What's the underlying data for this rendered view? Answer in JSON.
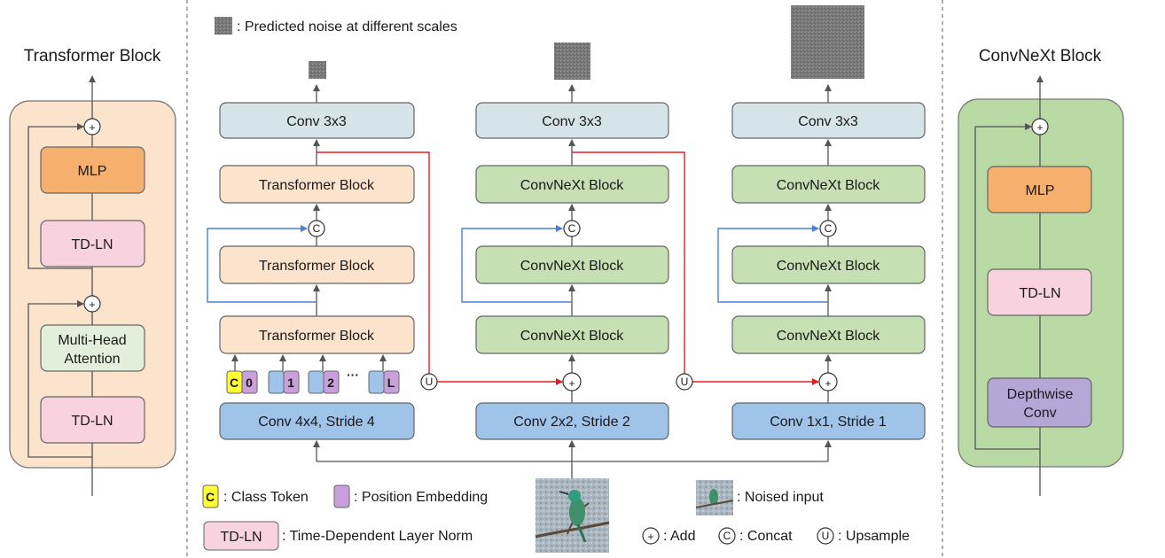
{
  "legend": {
    "noise_text": ": Predicted noise at different scales",
    "class_token_symbol": "C",
    "class_token_text": ": Class Token",
    "pos_emb_text": ": Position Embedding",
    "tdln_symbol": "TD-LN",
    "tdln_text": ": Time-Dependent Layer Norm",
    "noised_input_text": ": Noised input",
    "add_symbol": "+",
    "add_text": ": Add",
    "concat_symbol": "C",
    "concat_text": ": Concat",
    "upsample_symbol": "U",
    "upsample_text": ": Upsample"
  },
  "transformer_panel": {
    "title": "Transformer Block",
    "mlp": "MLP",
    "tdln_top": "TD-LN",
    "mha_line1": "Multi-Head",
    "mha_line2": "Attention",
    "tdln_bottom": "TD-LN"
  },
  "convnext_panel": {
    "title": "ConvNeXt Block",
    "mlp": "MLP",
    "tdln": "TD-LN",
    "dw_line1": "Depthwise",
    "dw_line2": "Conv"
  },
  "columns": [
    {
      "conv_out": "Conv 3x3",
      "block_top": "Transformer Block",
      "block_mid": "Transformer Block",
      "block_bot": "Transformer Block",
      "conv_in": "Conv 4x4, Stride 4"
    },
    {
      "conv_out": "Conv 3x3",
      "block_top": "ConvNeXt Block",
      "block_mid": "ConvNeXt Block",
      "block_bot": "ConvNeXt Block",
      "conv_in": "Conv 2x2, Stride 2"
    },
    {
      "conv_out": "Conv 3x3",
      "block_top": "ConvNeXt Block",
      "block_mid": "ConvNeXt Block",
      "block_bot": "ConvNeXt Block",
      "conv_in": "Conv 1x1, Stride 1"
    }
  ],
  "tokens": {
    "class": "C",
    "t0": "0",
    "t1": "1",
    "t2": "2",
    "dots": "···",
    "tL": "L"
  },
  "symbols": {
    "add": "+",
    "concat": "C",
    "upsample": "U"
  },
  "colors": {
    "transformer_fill": "#fbe3cc",
    "convnext_fill": "#c6e0b4",
    "conv3_fill": "#d5e4e8",
    "convin_fill": "#9fc3e9",
    "mlp_fill": "#f5b06e",
    "tdln_fill": "#f9d2e0",
    "mha_fill": "#e2efda",
    "dw_fill": "#b4a7d6",
    "class_token": "#ffff33",
    "pos_emb": "#c9a0dc",
    "skip_red": "#e02020",
    "skip_blue": "#4a7fd6"
  }
}
